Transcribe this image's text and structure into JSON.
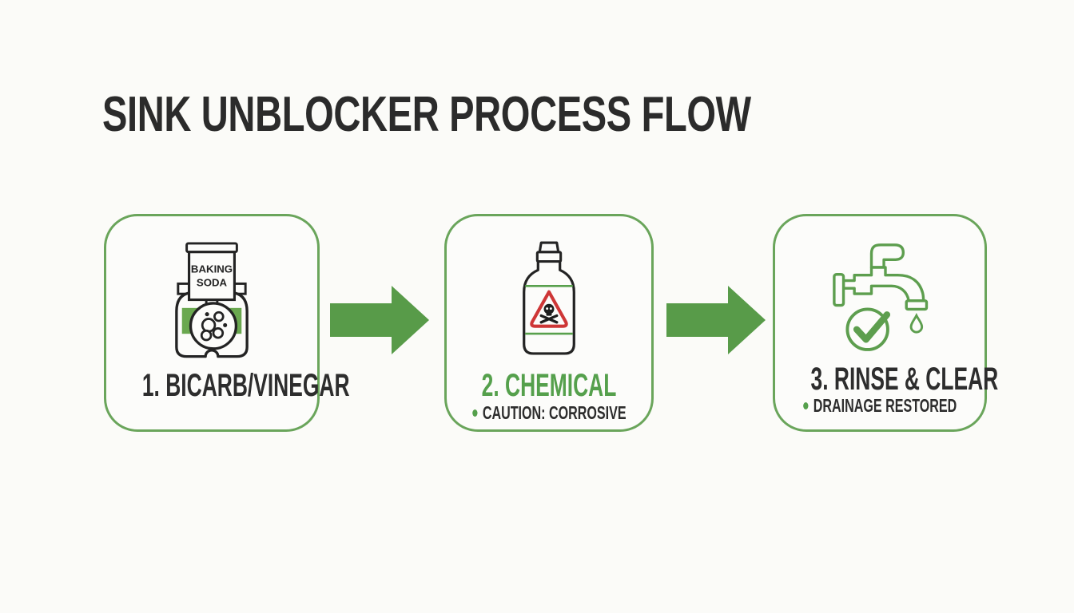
{
  "title": "SINK UNBLOCKER PROCESS FLOW",
  "steps": [
    {
      "label": "1. BICARB/VINEGAR",
      "icon": "baking-soda-vinegar-icon",
      "icon_label": {
        "line1": "BAKING",
        "line2": "SODA"
      },
      "note": ""
    },
    {
      "label": "2. CHEMICAL",
      "icon": "chemical-bottle-poison-icon",
      "note": "CAUTION: CORROSIVE"
    },
    {
      "label": "3. RINSE & CLEAR",
      "icon": "faucet-check-icon",
      "note": "DRAINAGE RESTORED"
    }
  ],
  "colors": {
    "background": "#fbfbf8",
    "title_text": "#2b2b2b",
    "step_border_green": "#6aa55b",
    "arrow_green": "#589b49",
    "accent_green": "#55a04c",
    "band_green": "#6aa84f",
    "warning_red": "#ce3636",
    "icon_outline": "#232323",
    "label_dark": "#2d2d2d"
  }
}
